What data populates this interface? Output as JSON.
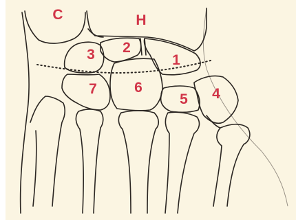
{
  "figure": {
    "labels": {
      "c": "C",
      "h": "H",
      "b1": "1",
      "b2": "2",
      "b3": "3",
      "b4": "4",
      "b5": "5",
      "b6": "6",
      "b7": "7"
    },
    "colors": {
      "label": "#d13548",
      "paper": "#fbf5e2",
      "line": "#2b2622",
      "dotted": "#2b2622"
    }
  }
}
